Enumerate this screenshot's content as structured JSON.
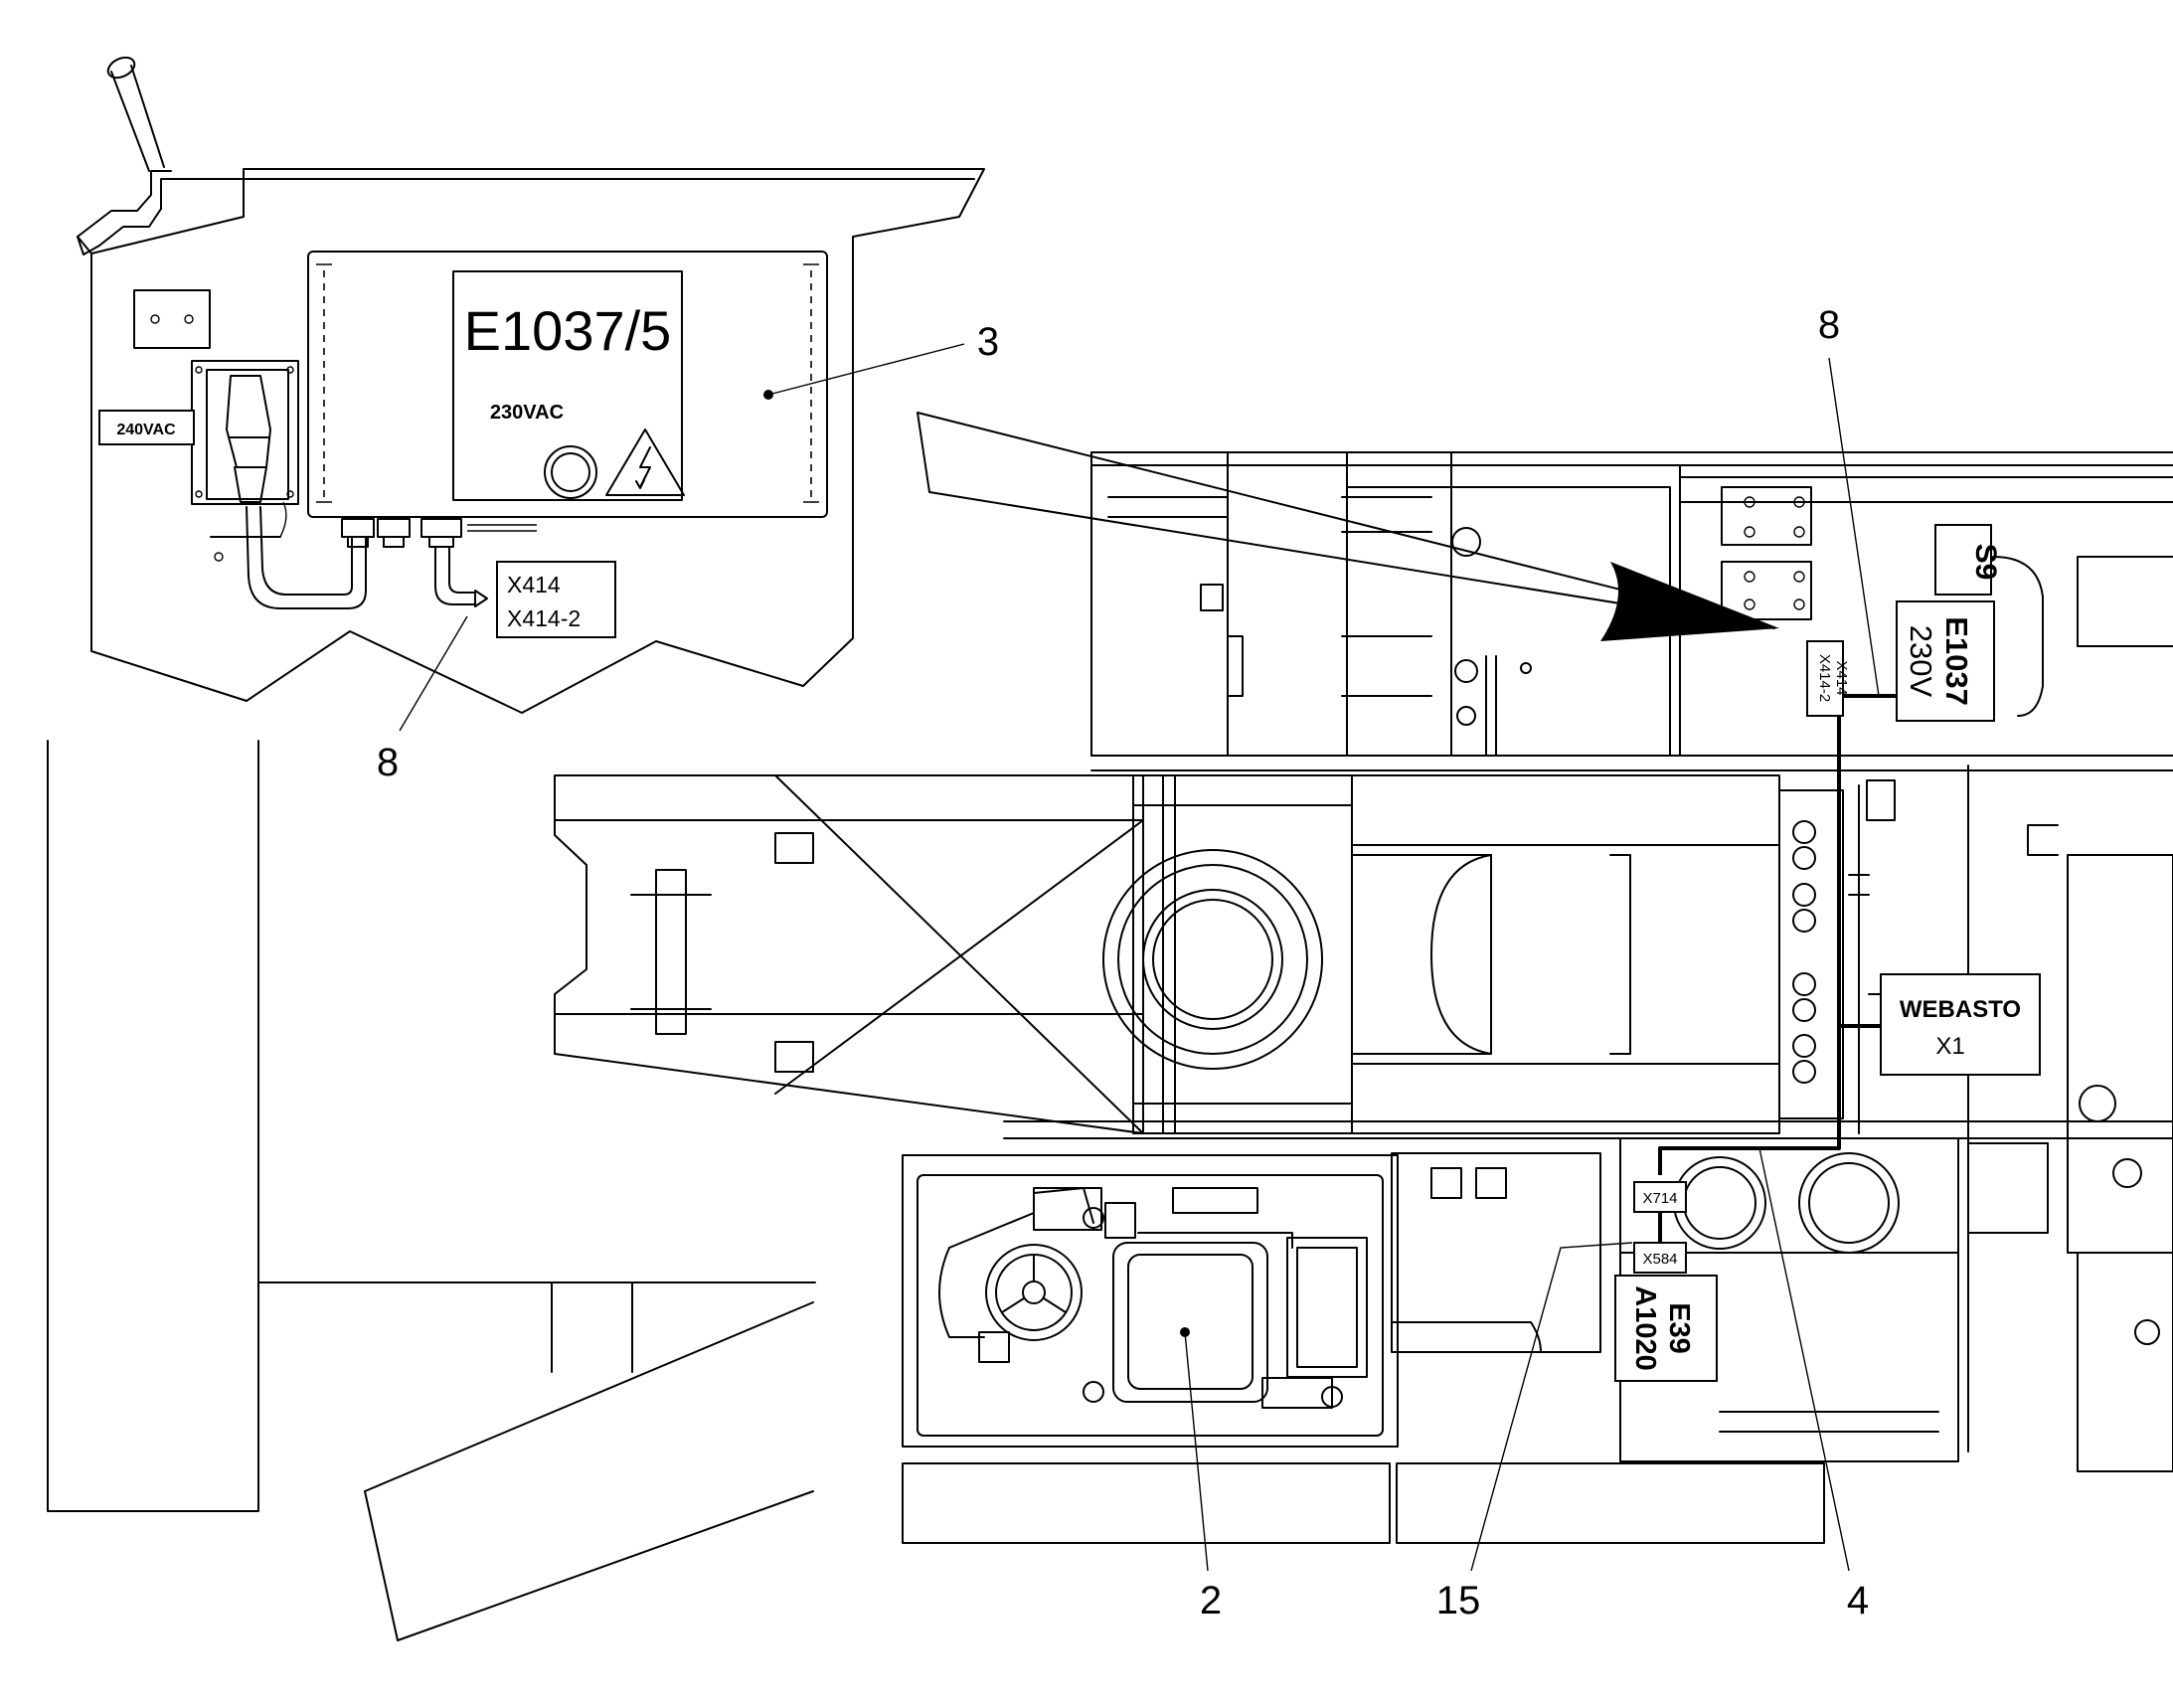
{
  "detail": {
    "unit_designation": "E1037/5",
    "voltage_label": "230VAC",
    "socket_label": "240VAC",
    "connector_label_1": "X414",
    "connector_label_2": "X414-2"
  },
  "labels": {
    "s9": "S9",
    "e1037_line1": "E1037",
    "e1037_line2": "230V",
    "x414_line1": "X414",
    "x414_line2": "X414-2",
    "webasto_line1": "WEBASTO",
    "webasto_line2": "X1",
    "x714": "X714",
    "x584": "X584",
    "e39_line1": "E39",
    "e39_line2": "A1020"
  },
  "callouts": {
    "c3": "3",
    "c8_top": "8",
    "c8_detail": "8",
    "c2": "2",
    "c15": "15",
    "c4": "4"
  }
}
